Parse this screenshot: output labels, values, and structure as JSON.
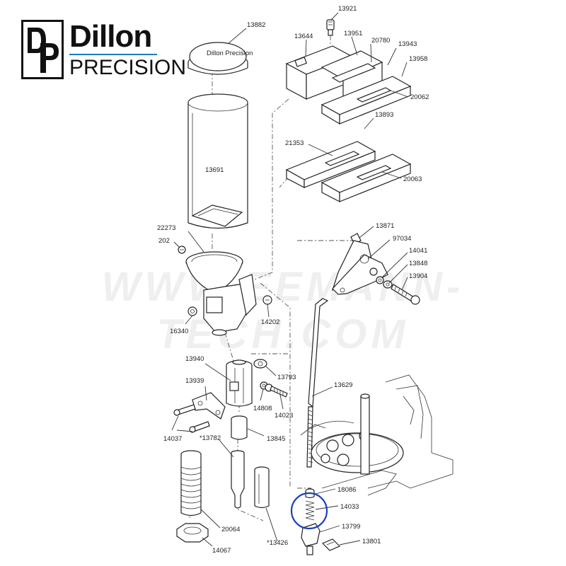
{
  "logo": {
    "mark": "DP",
    "brand_top": "Dillon",
    "brand_bottom": "PRECISION"
  },
  "cap_lettering": "Dillon Precision",
  "watermark": "WWW.EEMANN-TECH.COM",
  "highlight_color": "#1f3fbf",
  "part_numbers": {
    "p13921": "13921",
    "p13882": "13882",
    "p13644": "13644",
    "p13951": "13951",
    "p20780": "20780",
    "p13943": "13943",
    "p13958": "13958",
    "p20062": "20062",
    "p13893": "13893",
    "p21353": "21353",
    "p20063": "20063",
    "p13691": "13691",
    "p22273": "22273",
    "p202": "202",
    "p14202": "14202",
    "p16340": "16340",
    "p13871": "13871",
    "p97034": "97034",
    "p14041": "14041",
    "p13848": "13848",
    "p13904": "13904",
    "p13940": "13940",
    "p13793": "13793",
    "p13939": "13939",
    "p14808": "14808",
    "p14023": "14023",
    "p13629": "13629",
    "p14037": "14037",
    "p13782": "*13782",
    "p13845": "13845",
    "p18086": "18086",
    "p14033": "14033",
    "p20064": "20064",
    "p13799": "13799",
    "p13426": "*13426",
    "p13801": "13801",
    "p14067": "14067"
  }
}
